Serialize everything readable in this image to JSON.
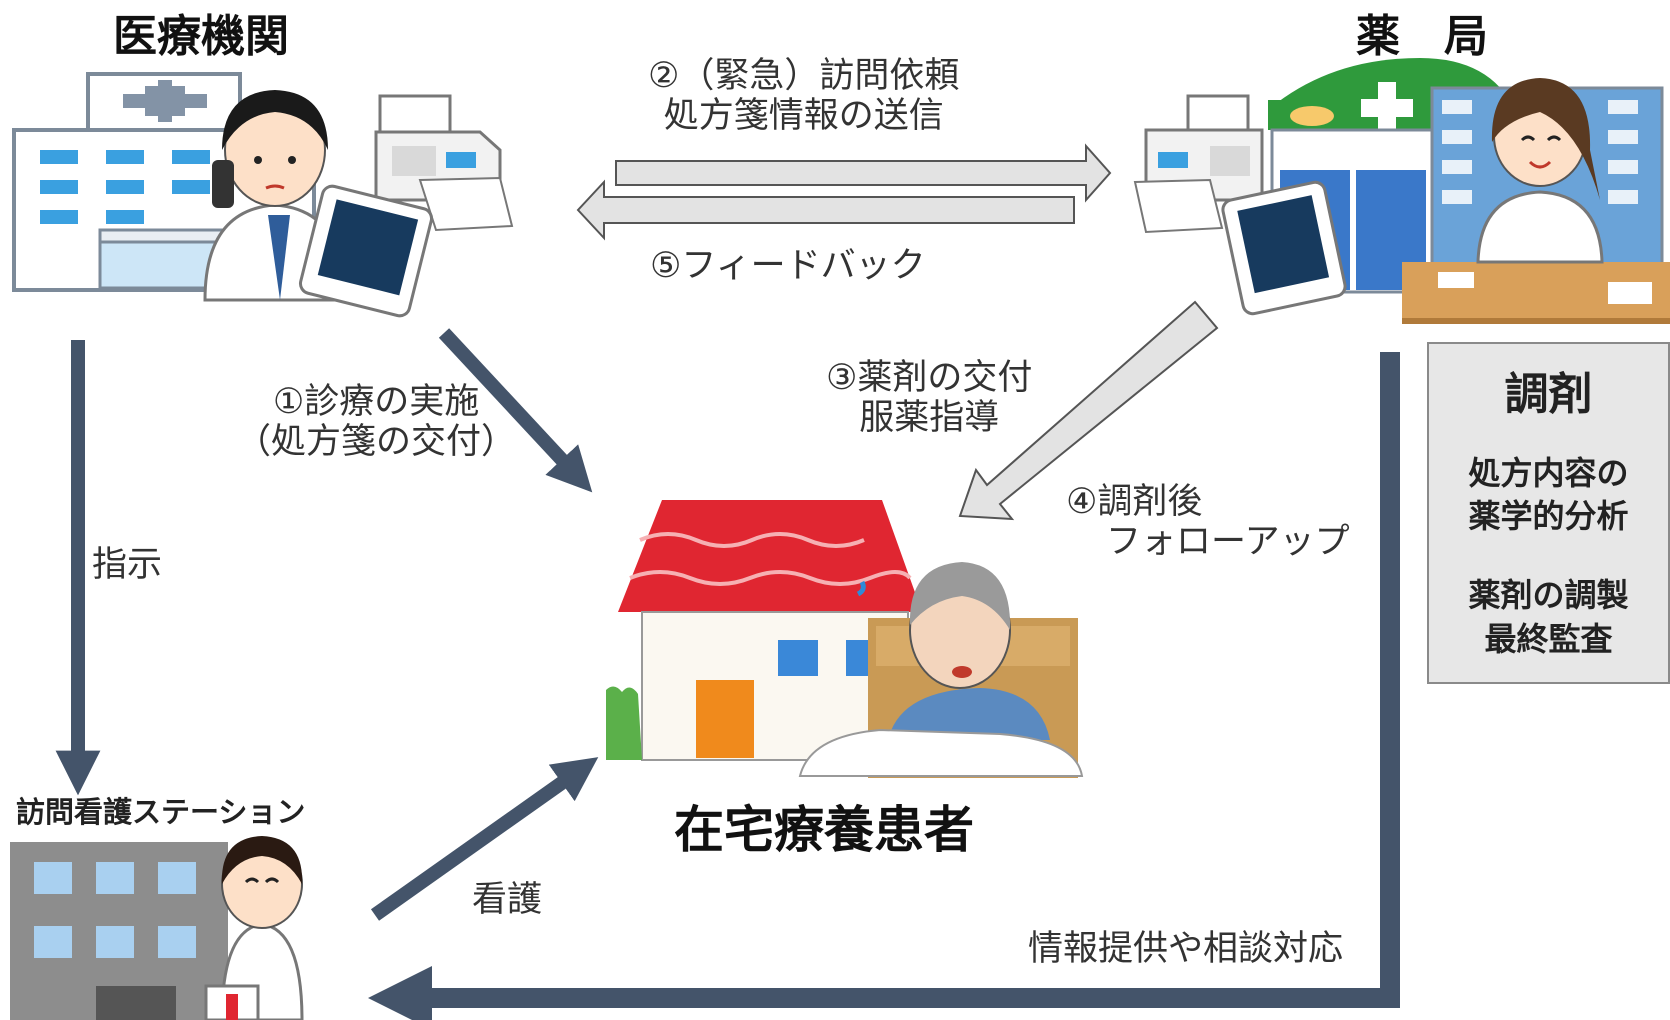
{
  "actors": {
    "medical": "医療機関",
    "pharmacy": "薬　局",
    "nursing": "訪問看護ステーション",
    "patient": "在宅療養患者"
  },
  "steps": {
    "s2_line1": "②（緊急）訪問依頼",
    "s2_line2": "処方箋情報の送信",
    "s5": "⑤フィードバック",
    "s1_line1": "①診療の実施",
    "s1_line2": "（処方箋の交付）",
    "s3_line1": "③薬剤の交付",
    "s3_line2": "服薬指導",
    "s4_line1": "④調剤後",
    "s4_line2": "フォローアップ",
    "instruct": "指示",
    "nursing_care": "看護",
    "info": "情報提供や相談対応"
  },
  "dispensing_box": {
    "heading": "調剤",
    "line1": "処方内容の",
    "line2": "薬学的分析",
    "line3": "薬剤の調製",
    "line4": "最終監査"
  },
  "colors": {
    "arrow_dark": "#44546a",
    "arrow_light_fill": "#e3e3e3",
    "arrow_light_stroke": "#555555",
    "roof_red": "#e02631",
    "hospital_blue": "#3aa0e0",
    "pharmacy_green": "#2f9a3c",
    "box_gray": "#e7e7e7"
  },
  "icons": [
    "hospital-icon",
    "doctor-icon",
    "fax-icon",
    "tablet-icon",
    "pharmacy-icon",
    "pharmacist-icon",
    "house-icon",
    "patient-icon",
    "nursing-station-icon",
    "nurse-icon"
  ]
}
